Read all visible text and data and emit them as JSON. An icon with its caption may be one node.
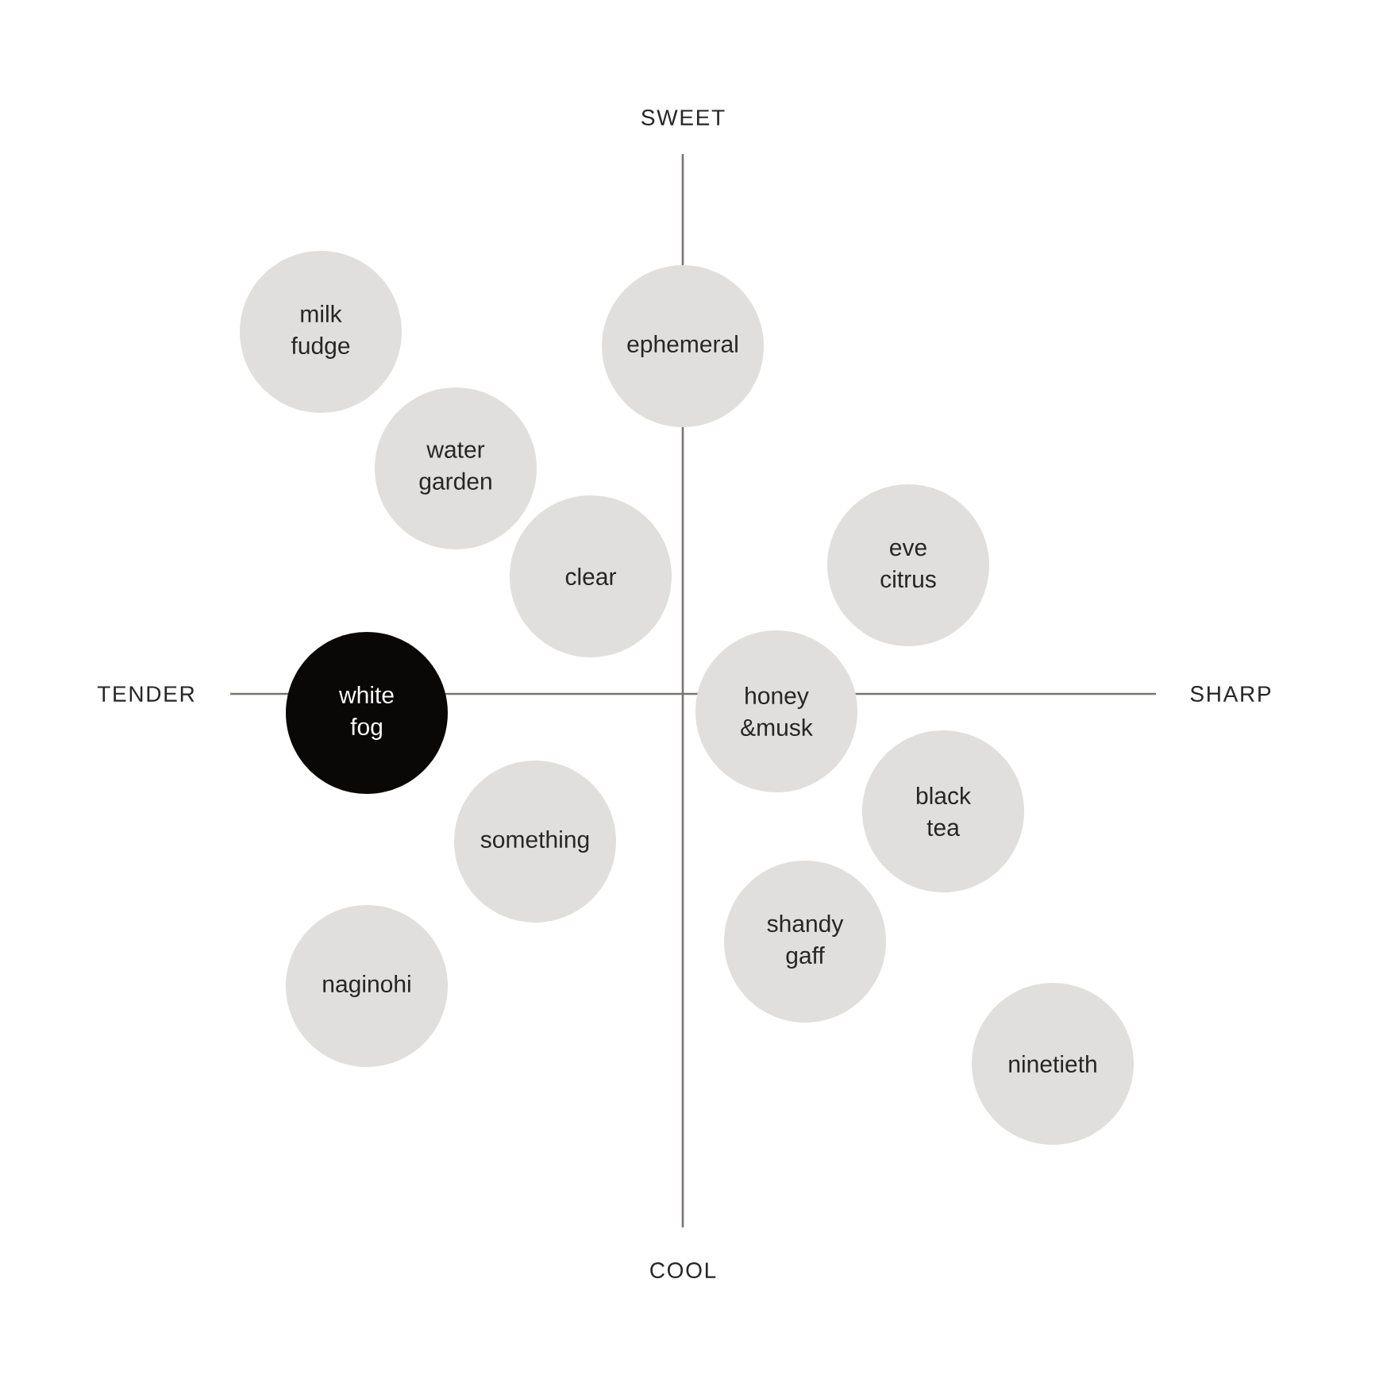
{
  "diagram": {
    "nodes": [
      {
        "text": [
          "milk fudge"
        ]
      },
      {
        "text": [
          "ephemeral"
        ]
      },
      {
        "text": [
          "water garden"
        ]
      },
      {
        "text": [
          "clear"
        ]
      },
      {
        "text": [
          "eve citrus"
        ]
      },
      {
        "text": [
          "white fog"
        ]
      },
      {
        "text": [
          "honey &musk"
        ]
      },
      {
        "text": [
          "black tea"
        ]
      },
      {
        "text": [
          "something"
        ]
      },
      {
        "text": [
          "shandy gaff"
        ]
      },
      {
        "text": [
          "naginohi"
        ]
      },
      {
        "text": [
          "ninetieth"
        ]
      }
    ],
    "labels": [
      "SWEET",
      "TENDER",
      "SHARP",
      "COOL"
    ]
  }
}
